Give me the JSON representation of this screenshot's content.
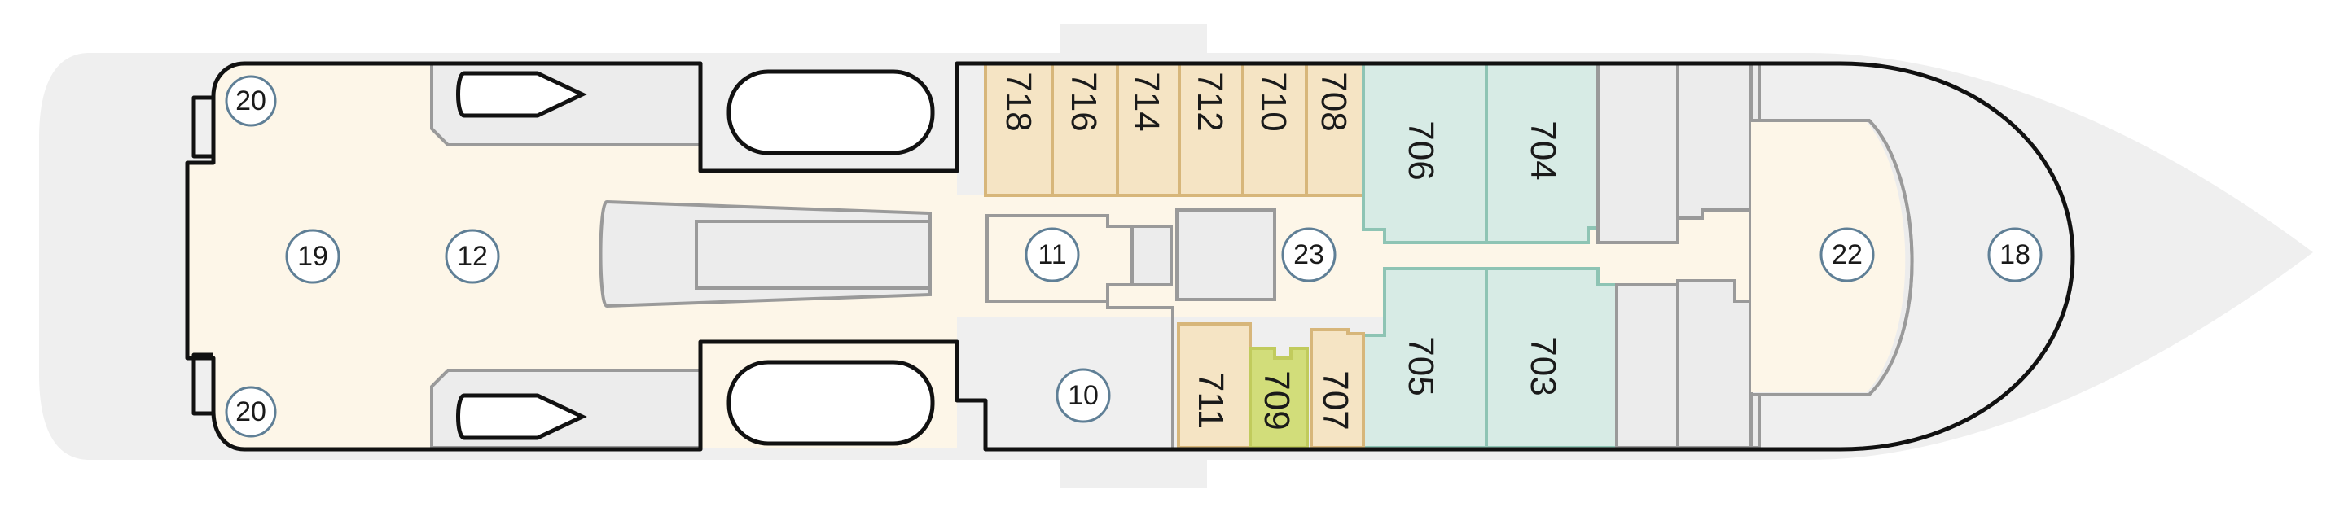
{
  "cabins": {
    "c718": "718",
    "c716": "716",
    "c714": "714",
    "c712": "712",
    "c710": "710",
    "c708": "708",
    "c706": "706",
    "c704": "704",
    "c705": "705",
    "c703": "703",
    "c711": "711",
    "c709": "709",
    "c707": "707"
  },
  "markers": {
    "m20_top": "20",
    "m20_bottom": "20",
    "m19": "19",
    "m12": "12",
    "m11": "11",
    "m10": "10",
    "m23": "23",
    "m22": "22",
    "m18": "18"
  },
  "colors": {
    "deck": "#fdf6e8",
    "cabin_standard": "#f5e4c4",
    "cabin_suite": "#d7ebe5",
    "cabin_highlight": "#d2dd7a",
    "marker_ring": "#5f7f96"
  }
}
